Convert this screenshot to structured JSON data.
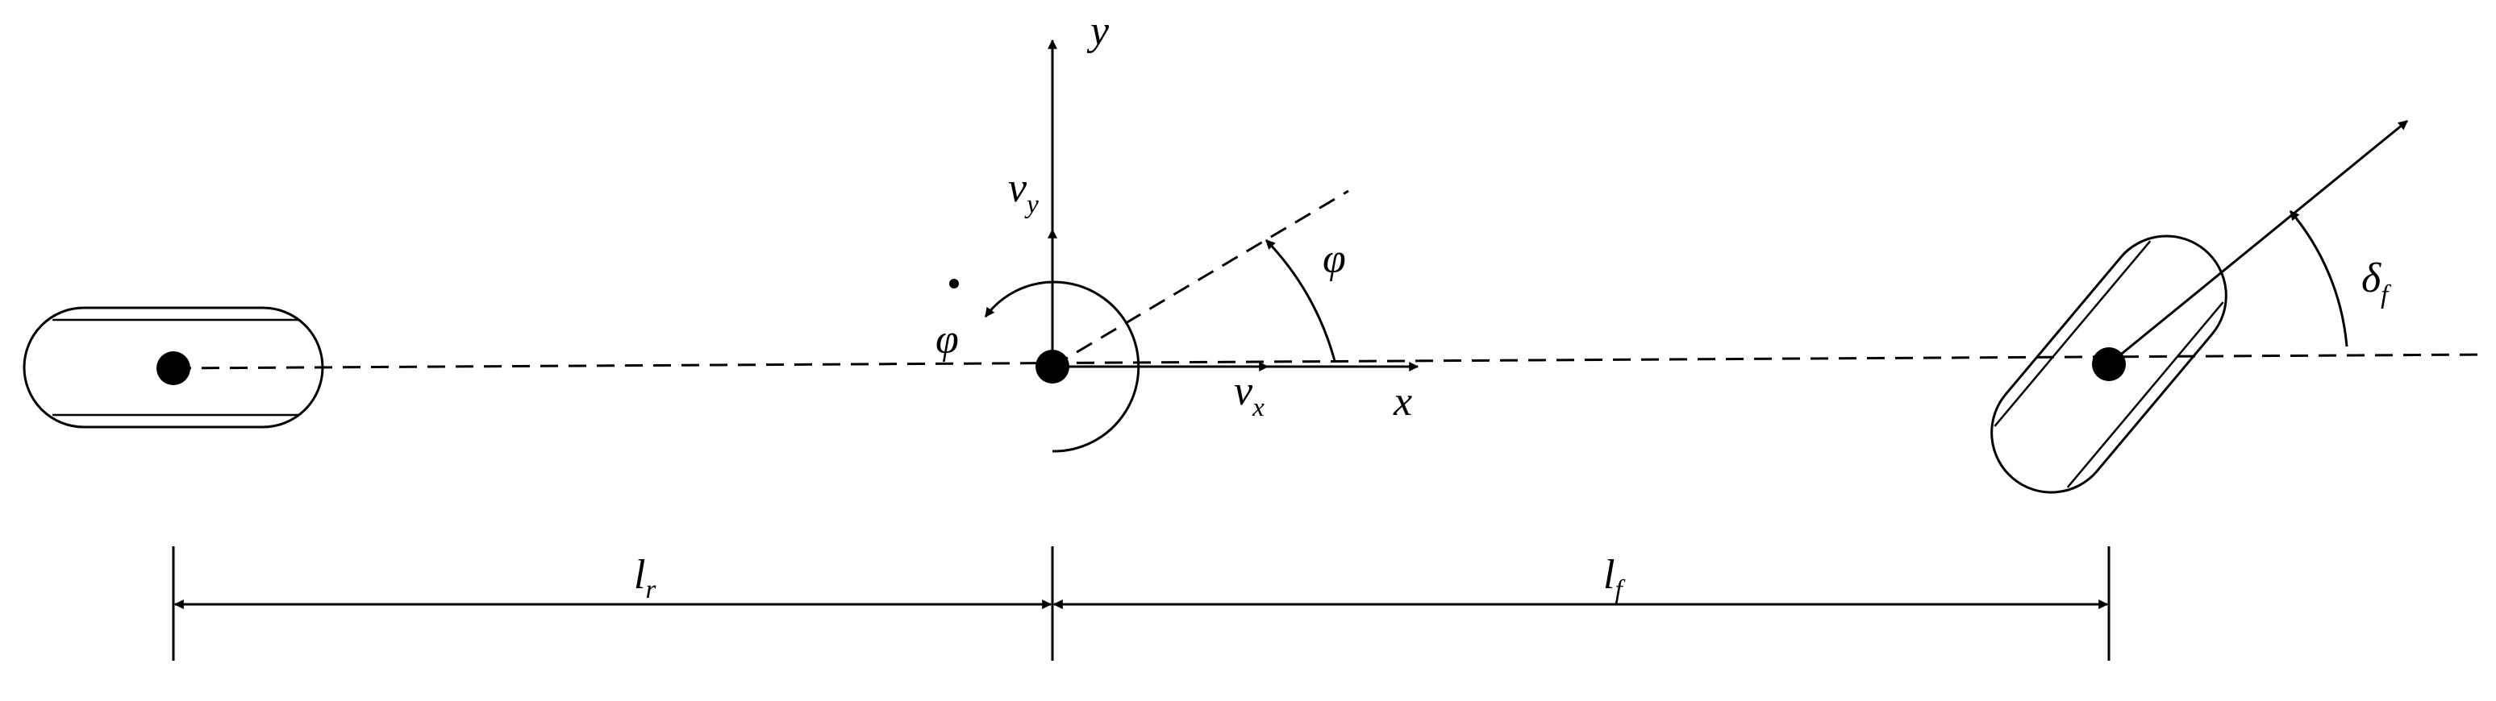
{
  "labels": {
    "y": "y",
    "x": "x",
    "vy_base": "v",
    "vy_sub": "y",
    "vx_base": "v",
    "vx_sub": "x",
    "phi": "φ",
    "phi_dot": "φ",
    "delta_base": "δ",
    "delta_sub": "f",
    "lr_base": "l",
    "lr_sub": "r",
    "lf_base": "l",
    "lf_sub": "f"
  },
  "colors": {
    "stroke": "#000000",
    "background": "#ffffff"
  }
}
